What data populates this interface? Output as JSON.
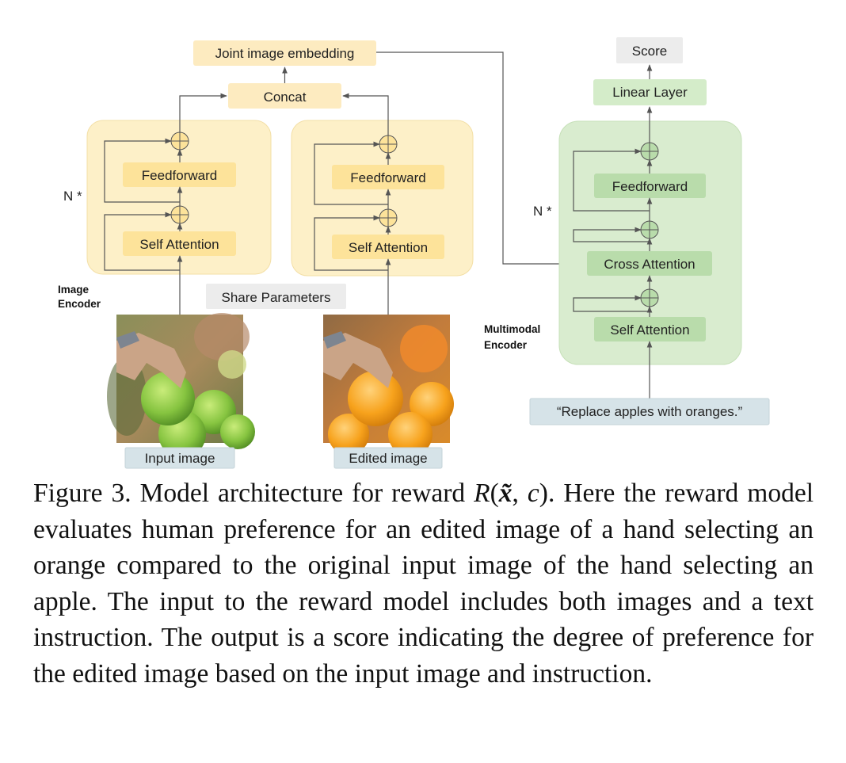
{
  "diagram": {
    "nodes": {
      "joint_embedding": "Joint image embedding",
      "concat": "Concat",
      "feedforward_left": "Feedforward",
      "self_attention_left": "Self Attention",
      "feedforward_mid": "Feedforward",
      "self_attention_mid": "Self Attention",
      "share_parameters": "Share Parameters",
      "input_image": "Input image",
      "edited_image": "Edited image",
      "score": "Score",
      "linear_layer": "Linear Layer",
      "feedforward_right": "Feedforward",
      "cross_attention": "Cross Attention",
      "self_attention_right": "Self Attention",
      "text_instruction": "“Replace apples with oranges.”"
    },
    "repeat_left": "N *",
    "repeat_right": "N *",
    "image_encoder_label": [
      "Image",
      "Encoder"
    ],
    "multimodal_encoder_label": [
      "Multimodal",
      "Encoder"
    ],
    "colors": {
      "image_encoder_fill": "#fdf0c8",
      "image_encoder_block": "#fde39a",
      "multimodal_fill": "#d9eccf",
      "multimodal_block": "#b9dcab",
      "label_box": "#d6e3e8",
      "score_box": "#ececec"
    },
    "icons": {
      "add_node": "circled-plus-icon",
      "input_photo": "apple-photo",
      "edited_photo": "orange-photo"
    }
  },
  "caption": {
    "figure_label": "Figure 3.",
    "text_before_math": "Model architecture for reward",
    "math": {
      "R": "R",
      "open": "(",
      "x": "x̃",
      "sep": ", ",
      "c": "c",
      "close": ")"
    },
    "text_after_math": ". Here the reward model evaluates human preference for an edited image of a hand selecting an orange compared to the original input image of the hand selecting an apple. The input to the reward model includes both images and a text instruction. The output is a score indicating the degree of preference for the edited image based on the input image and instruction."
  }
}
